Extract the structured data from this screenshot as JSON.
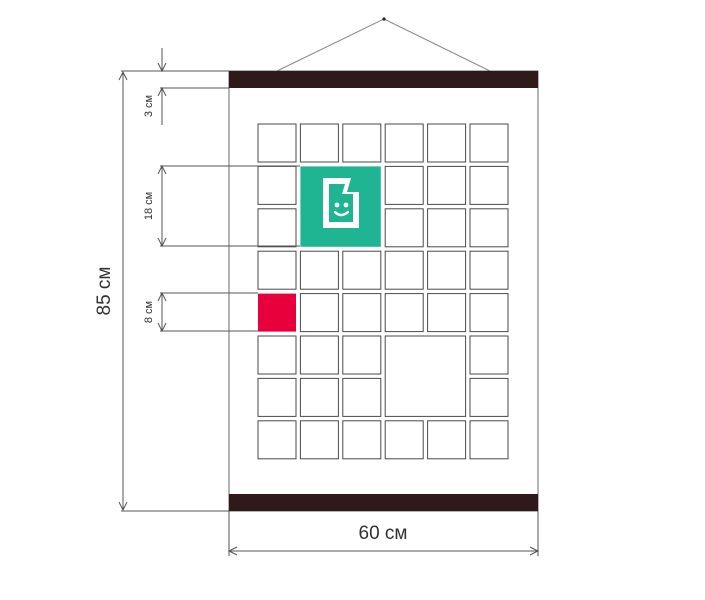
{
  "colors": {
    "rail": "#2e1a1a",
    "accent_tile": "#1fb592",
    "red_tile": "#e8003d",
    "grid_stroke": "#4a4a4a",
    "dim_line": "#555555",
    "string": "#8a8a8a",
    "text": "#333333"
  },
  "dimensions": {
    "height": "85 см",
    "width": "60 см",
    "top_margin": "3 см",
    "large_tile": "18 см",
    "small_tile": "8 см"
  },
  "icons": {
    "featured": "smiley-page-icon"
  },
  "grid": {
    "columns": 6,
    "rows": 8,
    "large_tiles": [
      {
        "row": 1,
        "col": 1,
        "span": 2,
        "kind": "accent"
      },
      {
        "row": 5,
        "col": 3,
        "span": 2,
        "kind": "empty"
      }
    ],
    "colored_tiles": [
      {
        "row": 4,
        "col": 0,
        "kind": "red"
      }
    ]
  }
}
